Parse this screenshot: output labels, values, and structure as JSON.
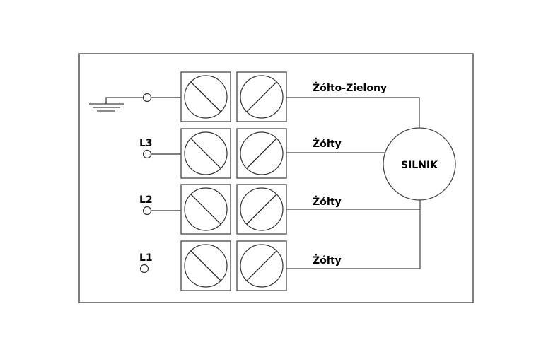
{
  "diagram": {
    "type": "wiring",
    "inputs": [
      {
        "id": "ground",
        "label": "",
        "symbol": "ground-icon",
        "connected": true
      },
      {
        "id": "L3",
        "label": "L3",
        "connected": true
      },
      {
        "id": "L2",
        "label": "L2",
        "connected": true
      },
      {
        "id": "L1",
        "label": "L1",
        "connected": false
      }
    ],
    "terminal_rows": 4,
    "wires": [
      {
        "label": "Żółto-Zielony"
      },
      {
        "label": "Żółty"
      },
      {
        "label": "Żółty"
      },
      {
        "label": "Żółty"
      }
    ],
    "motor": {
      "label": "SILNIK"
    }
  }
}
